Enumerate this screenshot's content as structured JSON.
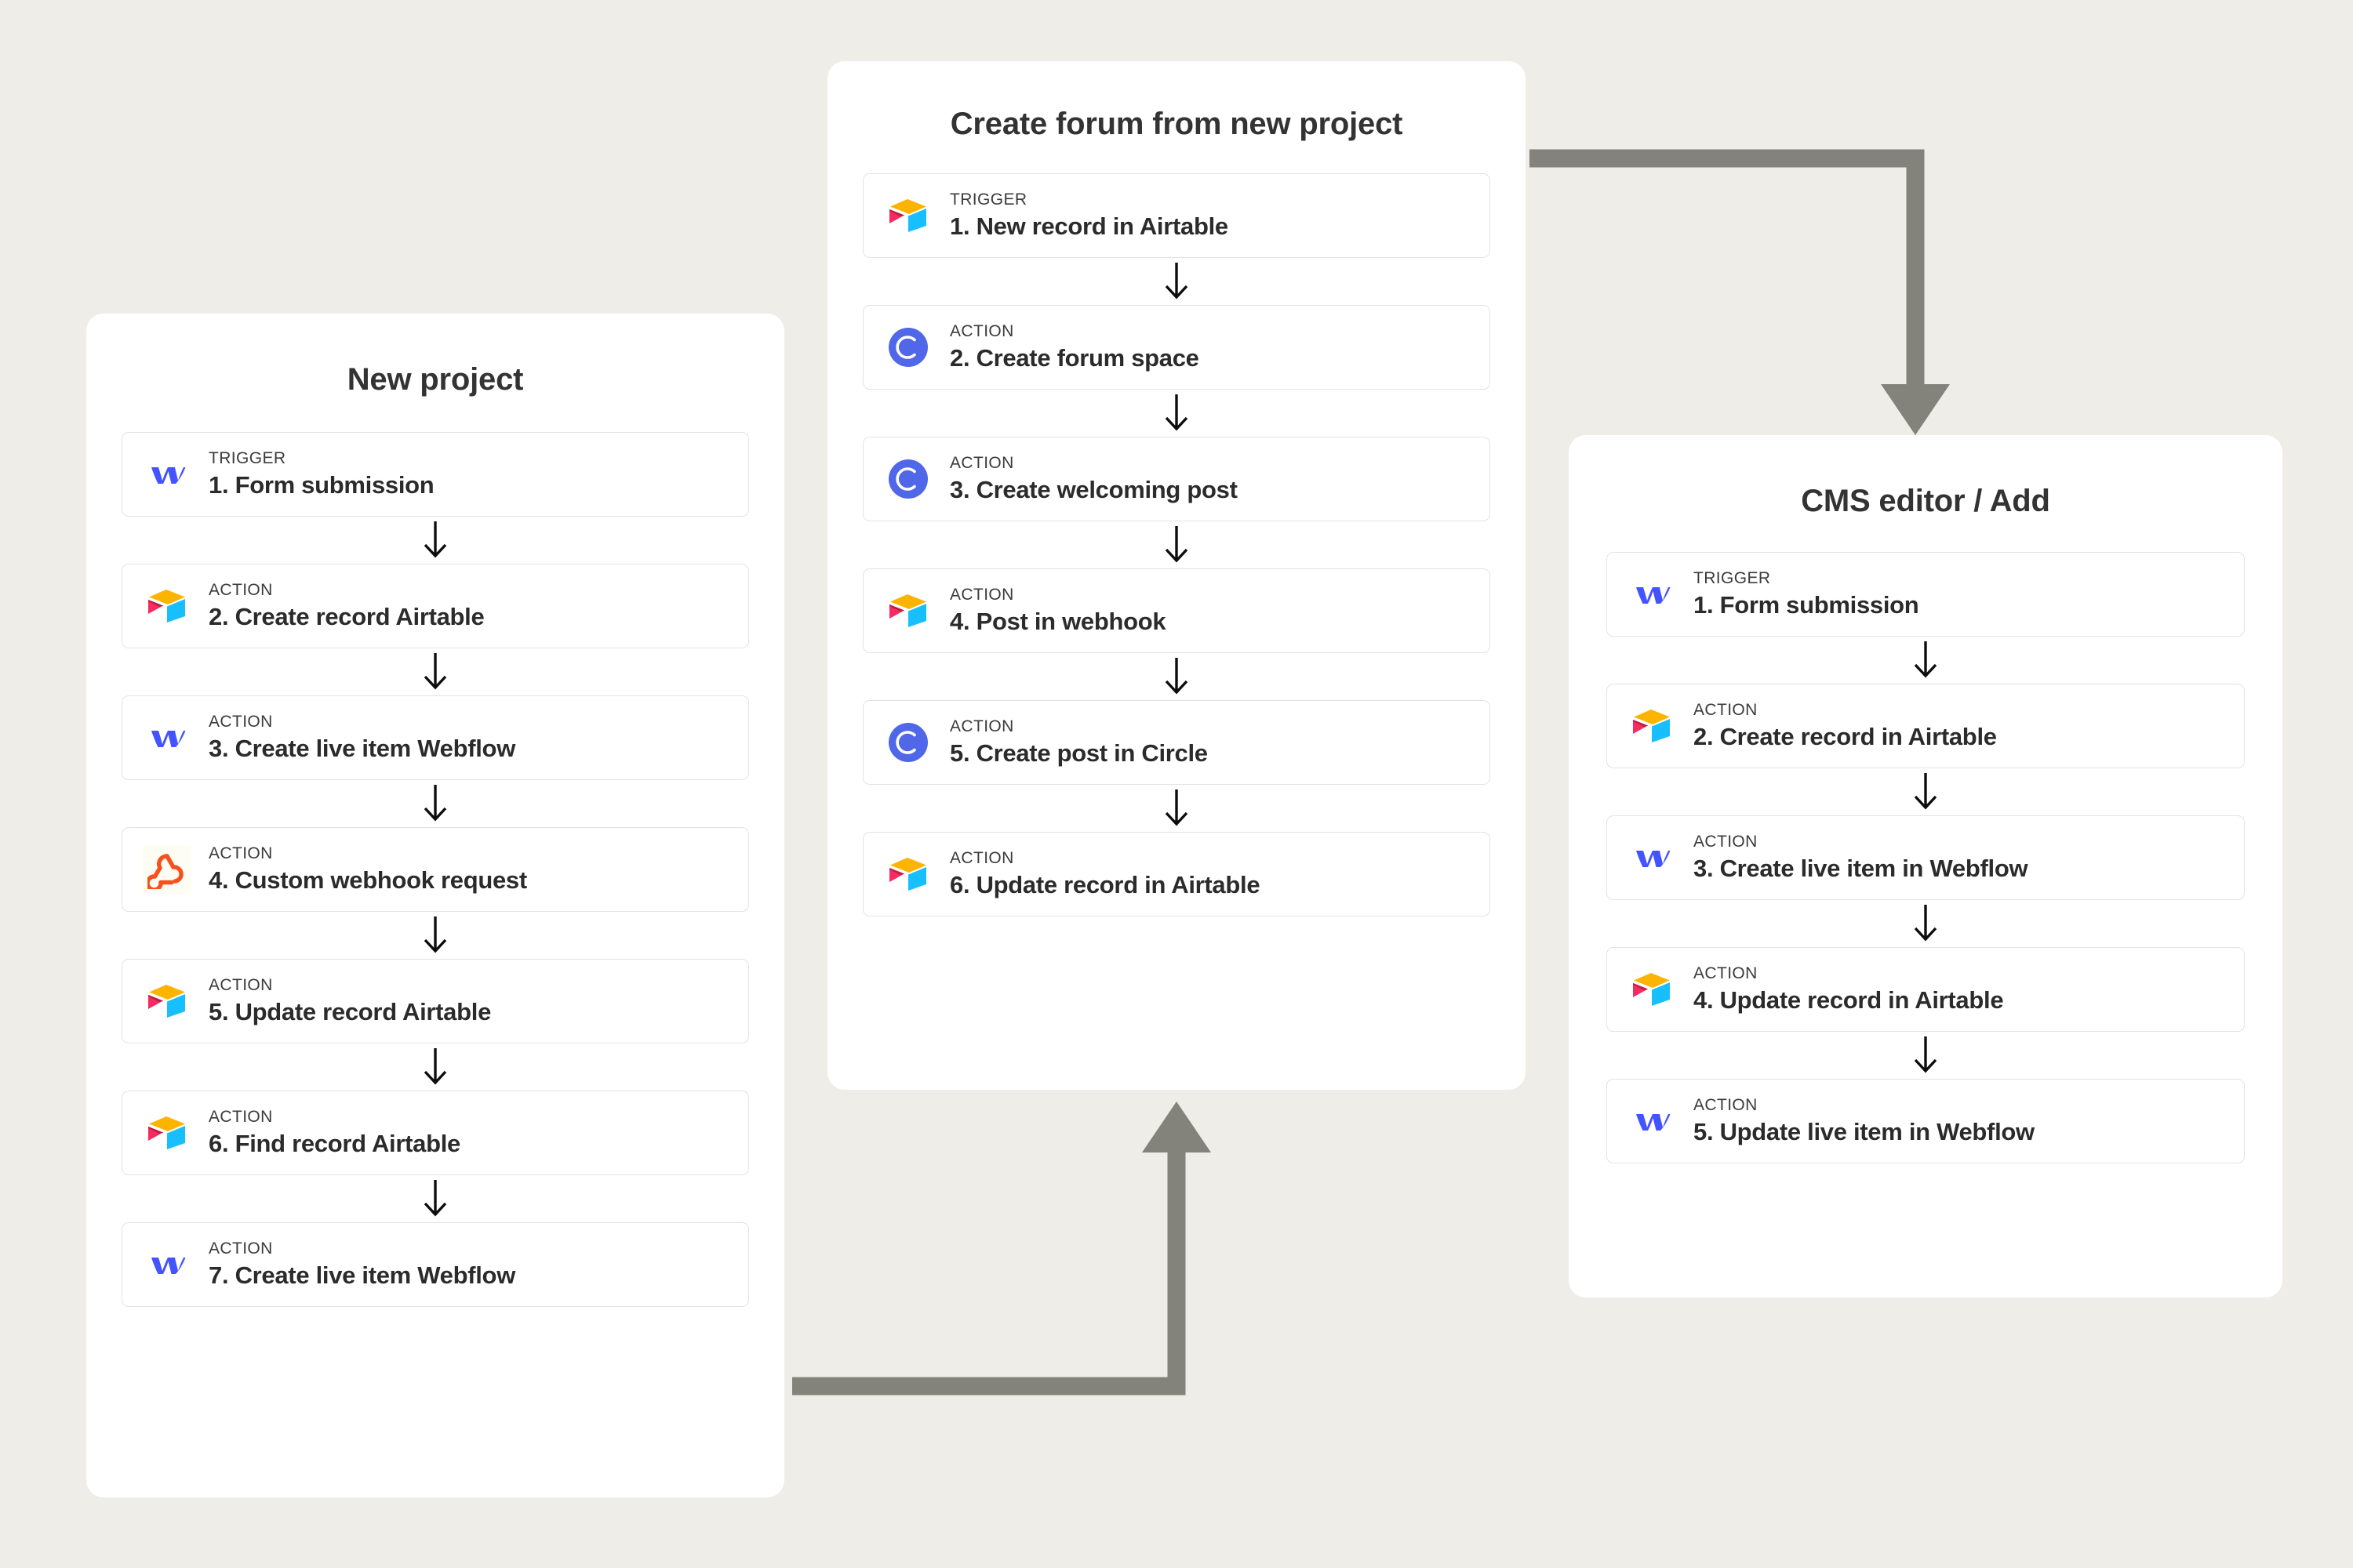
{
  "theme": {
    "background": "#eeede8",
    "panel_background": "#ffffff",
    "card_border": "#e4e3e0",
    "title_color": "#333333",
    "label_color": "#2b2b2b",
    "kind_color": "#3b3b3b",
    "connector_color": "#83827b",
    "webflow_blue": "#4353ff",
    "circle_indigo": "#4f67e8",
    "airtable_yellow": "#fcb400",
    "airtable_red": "#f82b60",
    "airtable_red_dark": "#ba1e45",
    "airtable_cyan": "#18bfff",
    "webhook_orange": "#f8501c",
    "webhook_bg": "#fdfdf3"
  },
  "labels": {
    "trigger": "TRIGGER",
    "action": "ACTION"
  },
  "panels": [
    {
      "id": "new-project",
      "title": "New project",
      "steps": [
        {
          "kind": "TRIGGER",
          "label": "1. Form submission",
          "icon": "webflow-icon"
        },
        {
          "kind": "ACTION",
          "label": "2. Create record Airtable",
          "icon": "airtable-icon"
        },
        {
          "kind": "ACTION",
          "label": "3. Create live item Webflow",
          "icon": "webflow-icon"
        },
        {
          "kind": "ACTION",
          "label": "4. Custom webhook request",
          "icon": "webhook-icon"
        },
        {
          "kind": "ACTION",
          "label": "5. Update record Airtable",
          "icon": "airtable-icon"
        },
        {
          "kind": "ACTION",
          "label": "6. Find record Airtable",
          "icon": "airtable-icon"
        },
        {
          "kind": "ACTION",
          "label": "7. Create live item Webflow",
          "icon": "webflow-icon"
        }
      ]
    },
    {
      "id": "create-forum",
      "title": "Create forum from new project",
      "steps": [
        {
          "kind": "TRIGGER",
          "label": "1. New record in Airtable",
          "icon": "airtable-icon"
        },
        {
          "kind": "ACTION",
          "label": "2. Create forum space",
          "icon": "circle-icon"
        },
        {
          "kind": "ACTION",
          "label": "3. Create welcoming post",
          "icon": "circle-icon"
        },
        {
          "kind": "ACTION",
          "label": "4. Post in webhook",
          "icon": "airtable-icon"
        },
        {
          "kind": "ACTION",
          "label": "5. Create post in Circle",
          "icon": "circle-icon"
        },
        {
          "kind": "ACTION",
          "label": "6. Update record in Airtable",
          "icon": "airtable-icon"
        }
      ]
    },
    {
      "id": "cms-editor-add",
      "title": "CMS editor / Add",
      "steps": [
        {
          "kind": "TRIGGER",
          "label": "1.  Form submission",
          "icon": "webflow-icon"
        },
        {
          "kind": "ACTION",
          "label": "2. Create record in Airtable",
          "icon": "airtable-icon"
        },
        {
          "kind": "ACTION",
          "label": "3. Create live item in Webflow",
          "icon": "webflow-icon"
        },
        {
          "kind": "ACTION",
          "label": "4. Update record in Airtable",
          "icon": "airtable-icon"
        },
        {
          "kind": "ACTION",
          "label": "5. Update live item in Webflow",
          "icon": "webflow-icon"
        }
      ]
    }
  ],
  "connectors": [
    {
      "id": "forum-to-cms",
      "from": "create-forum",
      "to": "cms-editor-add",
      "direction": "down"
    },
    {
      "id": "new-project-to-forum",
      "from": "new-project",
      "to": "create-forum",
      "direction": "up"
    }
  ]
}
